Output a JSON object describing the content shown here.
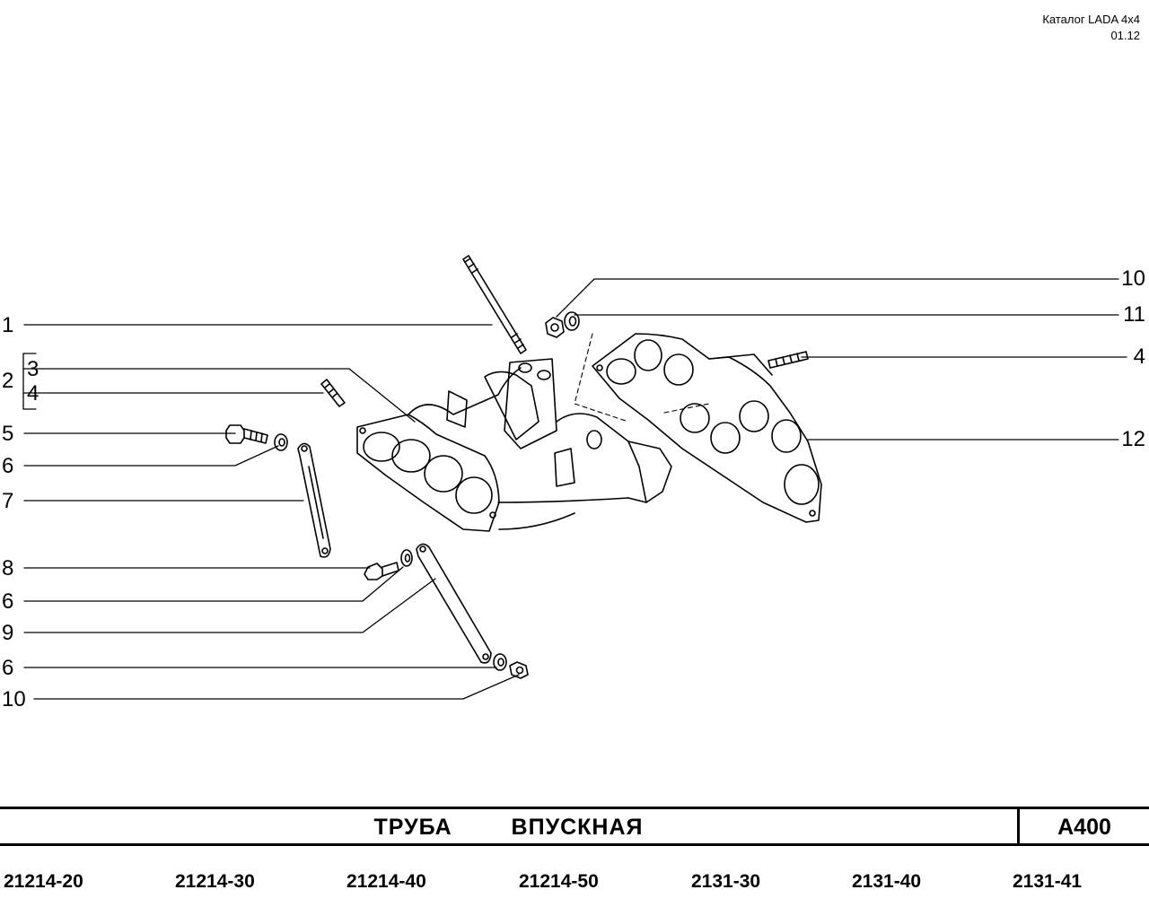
{
  "header": {
    "catalog": "Каталог  LADA  4x4",
    "date": "01.12"
  },
  "callouts_left": [
    {
      "id": "c1",
      "label": "1"
    },
    {
      "id": "c2",
      "label": "2"
    },
    {
      "id": "c3",
      "label": "3"
    },
    {
      "id": "c4a",
      "label": "4"
    },
    {
      "id": "c5",
      "label": "5"
    },
    {
      "id": "c6a",
      "label": "6"
    },
    {
      "id": "c7",
      "label": "7"
    },
    {
      "id": "c8",
      "label": "8"
    },
    {
      "id": "c6b",
      "label": "6"
    },
    {
      "id": "c9",
      "label": "9"
    },
    {
      "id": "c6c",
      "label": "6"
    },
    {
      "id": "c10a",
      "label": "10"
    }
  ],
  "callouts_right": [
    {
      "id": "c10b",
      "label": "10"
    },
    {
      "id": "c11",
      "label": "11"
    },
    {
      "id": "c4b",
      "label": "4"
    },
    {
      "id": "c12",
      "label": "12"
    }
  ],
  "title": "ТРУБА   ВПУСКНАЯ",
  "code": "A400",
  "models": [
    "21214-20",
    "21214-30",
    "21214-40",
    "21214-50",
    "2131-30",
    "2131-40",
    "2131-41"
  ]
}
